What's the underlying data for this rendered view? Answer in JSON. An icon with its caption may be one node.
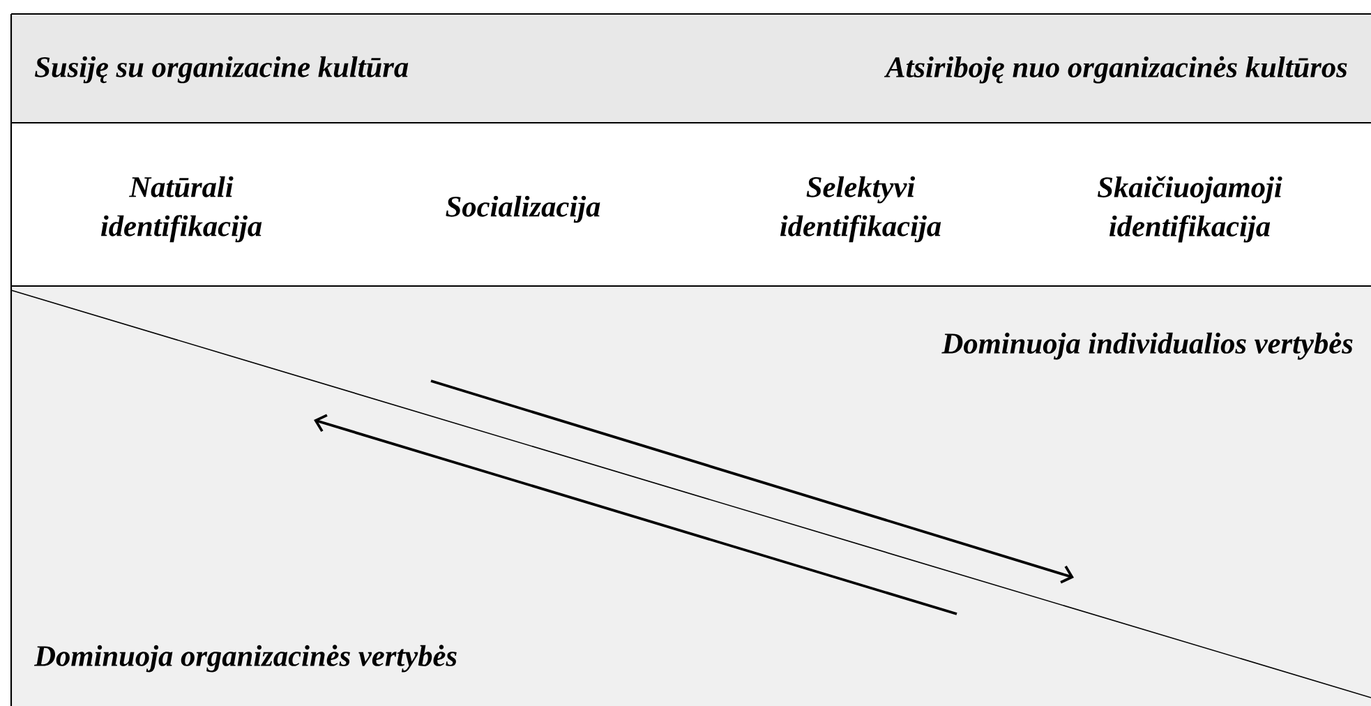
{
  "diagram": {
    "labels": [
      "Susiję su organizacine kultūra",
      "Atsiriboję nuo organizacinės kultūros",
      "Natūrali identifikacija",
      "Socializacija",
      "Selektyvi identifikacija",
      "Skaičiuojamoji identifikacija",
      "Dominuoja individualios vertybės",
      "Dominuoja organizacinės vertybės"
    ]
  }
}
